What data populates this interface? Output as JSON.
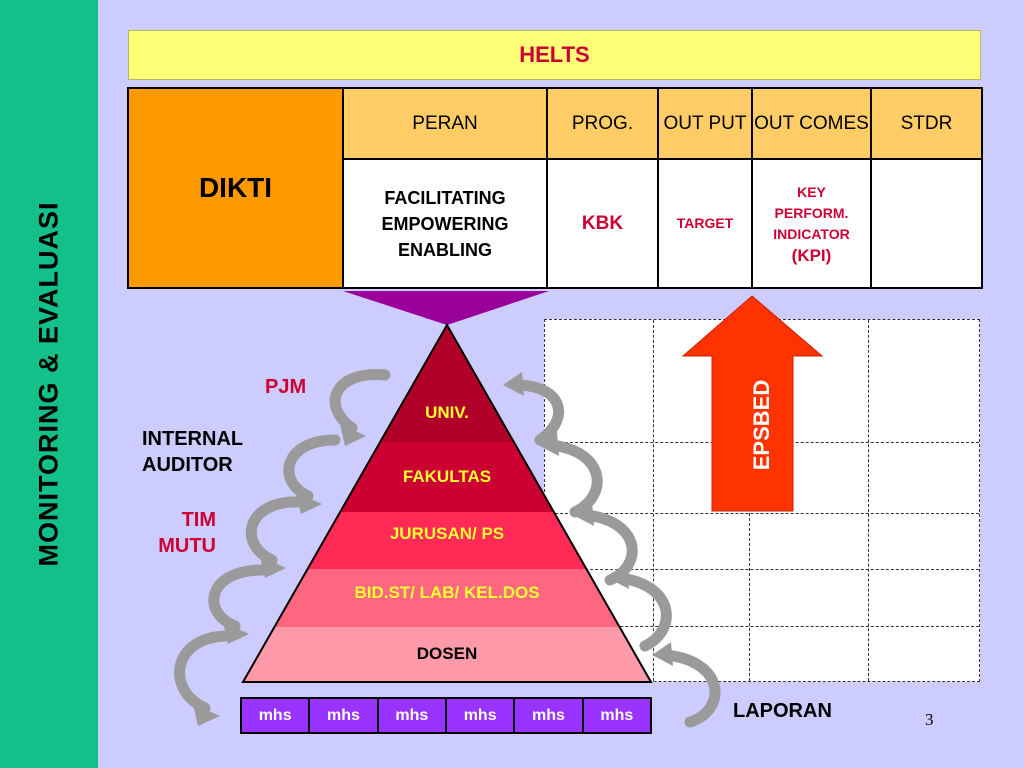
{
  "sidebar": {
    "title": "MONITORING & EVALUASI"
  },
  "banner": {
    "title": "HELTS"
  },
  "table": {
    "row_label": "DIKTI",
    "headers": [
      "PERAN",
      "PROG.",
      "OUT PUT",
      "OUT COMES",
      "STDR"
    ],
    "peran_lines": [
      "FACILITATING",
      "EMPOWERING",
      "ENABLING"
    ],
    "prog": "KBK",
    "output": "TARGET",
    "outcomes_lines": [
      "KEY",
      "PERFORM.",
      "INDICATOR"
    ],
    "outcomes_kpi": "(KPI)",
    "stdr": ""
  },
  "labels": {
    "pjm": "PJM",
    "internal_auditor": [
      "INTERNAL",
      "AUDITOR"
    ],
    "tim_mutu": [
      "TIM",
      "MUTU"
    ],
    "laporan": "LAPORAN",
    "page_number": "3"
  },
  "pyramid": {
    "levels": [
      "UNIV.",
      "FAKULTAS",
      "JURUSAN/ PS",
      "BID.ST/ LAB/ KEL.DOS",
      "DOSEN"
    ]
  },
  "arrow": {
    "label": "EPSBED"
  },
  "mhs_row": [
    "mhs",
    "mhs",
    "mhs",
    "mhs",
    "mhs",
    "mhs"
  ],
  "colors": {
    "sidebar": "#14c08a",
    "background": "#ccccff",
    "banner": "#ffff77",
    "header_fill": "#ffcc66",
    "dikti_fill": "#ff9900",
    "accent_red": "#cc0033",
    "funnel": "#990099",
    "arrow": "#ff3300",
    "mhs_fill": "#9933ff"
  }
}
